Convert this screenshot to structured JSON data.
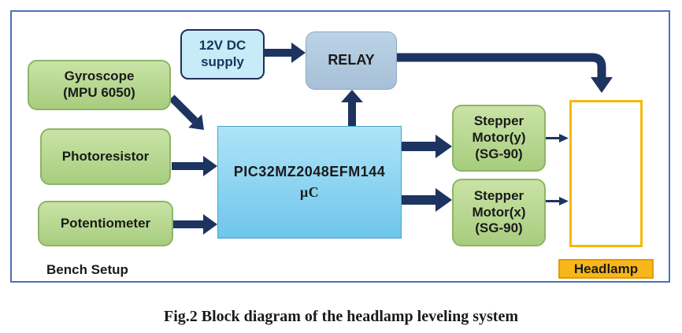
{
  "diagram": {
    "blocks": {
      "gyroscope": {
        "line1": "Gyroscope",
        "line2": "(MPU 6050)"
      },
      "photoresistor": {
        "label": "Photoresistor"
      },
      "potentiometer": {
        "label": "Potentiometer"
      },
      "supply": {
        "line1": "12V DC",
        "line2": "supply"
      },
      "relay": {
        "label": "RELAY"
      },
      "mcu": {
        "line1": "PIC32MZ2048EFM144",
        "line2": "µC"
      },
      "stepper_y": {
        "line1": "Stepper",
        "line2": "Motor(y)",
        "line3": "(SG-90)"
      },
      "stepper_x": {
        "line1": "Stepper",
        "line2": "Motor(x)",
        "line3": "(SG-90)"
      }
    },
    "headlamp_label": "Headlamp",
    "bench_label": "Bench Setup",
    "arrow_color": "#1d3461"
  },
  "caption": "Fig.2 Block diagram of the headlamp leveling system"
}
